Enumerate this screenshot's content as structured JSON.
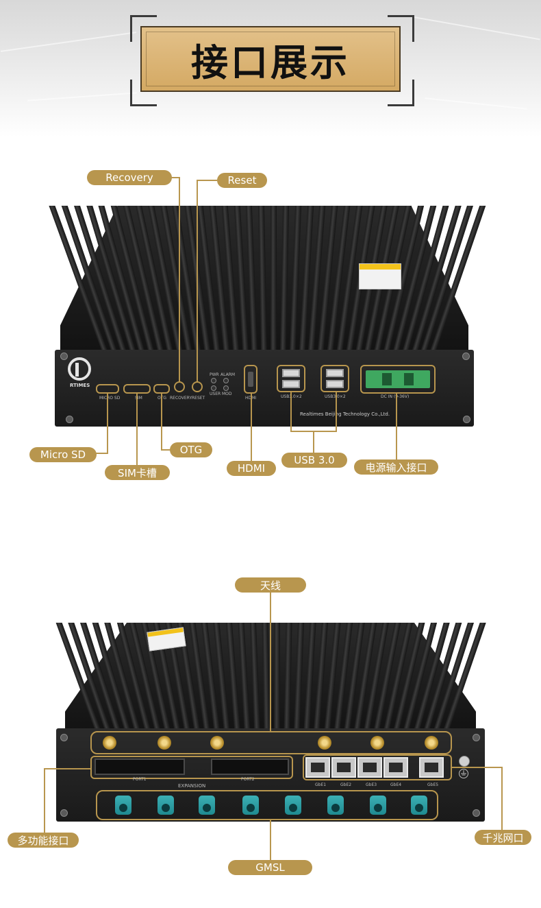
{
  "page_title": "接口展示",
  "front_panel": {
    "labels": {
      "recovery": "Recovery",
      "reset": "Reset",
      "micro_sd": "Micro SD",
      "otg": "OTG",
      "sim_slot": "SIM卡槽",
      "hdmi": "HDMI",
      "usb3": "USB 3.0",
      "power_input": "电源输入接口"
    },
    "silkscreen": {
      "brand": "RTIMES",
      "micro_sd": "MICRO SD",
      "sim": "SIM",
      "otg": "OTG",
      "recovery": "RECOVERY",
      "reset": "RESET",
      "pwr": "PWR",
      "alarm": "ALARM",
      "user": "USER",
      "mod": "MOD",
      "hdmi": "HDMI",
      "usb_a": "USB3.0×2",
      "usb_b": "USB3.0×2",
      "dc_in": "DC IN (9-36V)",
      "company": "Realtimes Beijing Technology Co.,Ltd."
    }
  },
  "rear_panel": {
    "labels": {
      "antenna": "天线",
      "multi_function": "多功能接口",
      "gigabit_ethernet": "千兆网口",
      "gmsl": "GMSL"
    },
    "silkscreen": {
      "port1": "PORT1",
      "port2": "PORT2",
      "expansion": "EXPANSION",
      "ge1": "GbE1",
      "ge2": "GbE2",
      "ge3": "GbE3",
      "ge4": "GbE4",
      "ge5": "GbE5"
    }
  },
  "colors": {
    "accent_gold": "#b8964e",
    "banner_gold": "#d9b16f",
    "device_black": "#1c1c1c",
    "gmsl_teal": "#2a9ea3",
    "power_green": "#3fa860"
  },
  "icons": [
    "brand-logo-icon",
    "ground-icon"
  ]
}
